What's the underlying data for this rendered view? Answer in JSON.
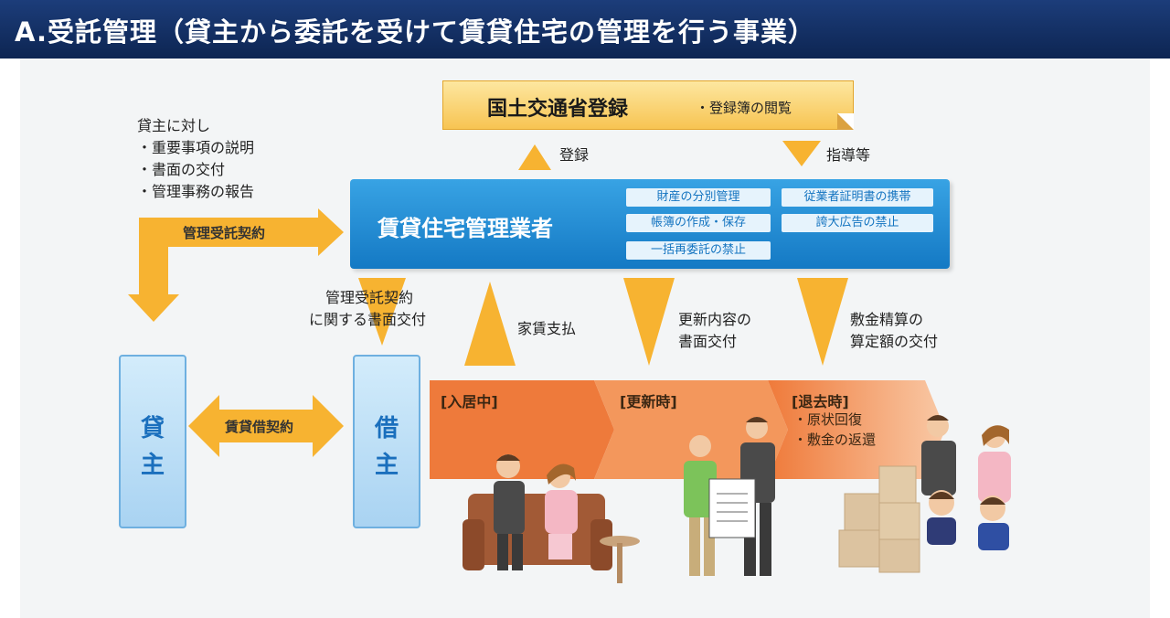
{
  "header": {
    "title": "A.受託管理（貸主から委託を受けて賃貸住宅の管理を行う事業）"
  },
  "mlit": {
    "title": "国土交通省登録",
    "note": "・登録簿の閲覧"
  },
  "arrows": {
    "register": "登録",
    "guidance": "指導等"
  },
  "manager": {
    "title": "賃貸住宅管理業者",
    "duties": [
      "財産の分別管理",
      "従業者証明書の携帯",
      "帳簿の作成・保存",
      "誇大広告の禁止",
      "一括再委託の禁止"
    ]
  },
  "landlord_duties": [
    "貸主に対し",
    "・重要事項の説明",
    "・書面の交付",
    "・管理事務の報告"
  ],
  "contracts": {
    "management": "管理受託契約",
    "document_line1": "管理受託契約",
    "document_line2": "に関する書面交付",
    "lease": "賃貸借契約"
  },
  "parties": {
    "landlord": [
      "貸",
      "主"
    ],
    "tenant": [
      "借",
      "主"
    ]
  },
  "flows": {
    "rent": "家賃支払",
    "renewal_line1": "更新内容の",
    "renewal_line2": "書面交付",
    "deposit_line1": "敷金精算の",
    "deposit_line2": "算定額の交付"
  },
  "stages": {
    "in_residence": "[入居中]",
    "renewal": "[更新時]",
    "moveout": "[退去時]",
    "moveout_items": [
      "・原状回復",
      "・敷金の返還"
    ]
  },
  "colors": {
    "header": "#0d2552",
    "manager": "#1a86d0",
    "arrow": "#f7b331",
    "timeline": "#ef7a3a",
    "party": "#a9d3f2"
  }
}
